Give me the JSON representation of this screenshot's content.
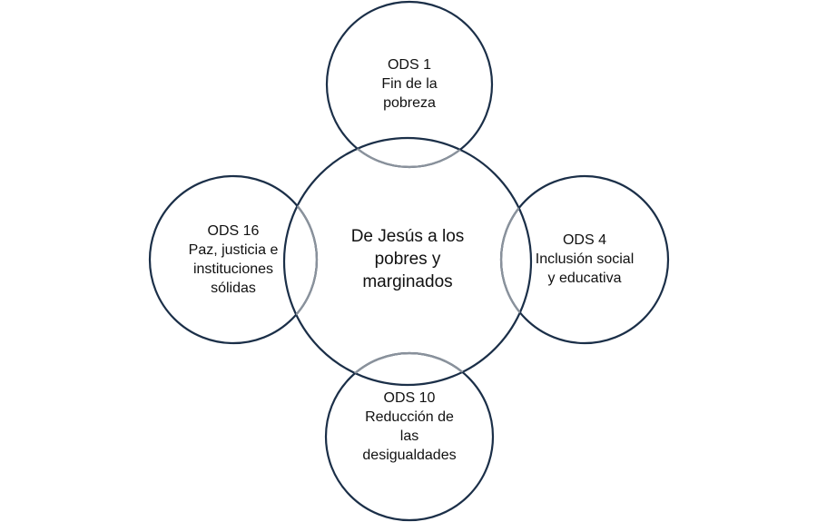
{
  "diagram": {
    "center": {
      "lines": [
        "De Jesús a los",
        "pobres y",
        "marginados"
      ]
    },
    "top": {
      "lines": [
        "ODS 1",
        "Fin de la",
        "pobreza"
      ]
    },
    "right": {
      "lines": [
        "ODS 4",
        "Inclusión social",
        "y educativa"
      ]
    },
    "bottom": {
      "lines": [
        "ODS 10",
        "Reducción de",
        "las",
        "desigualdades"
      ]
    },
    "left": {
      "lines": [
        "ODS 16",
        "Paz, justicia e",
        "instituciones",
        "sólidas"
      ]
    }
  },
  "colors": {
    "ring": "#1b2f48",
    "overlap": "#8a929c",
    "text": "#111111"
  }
}
